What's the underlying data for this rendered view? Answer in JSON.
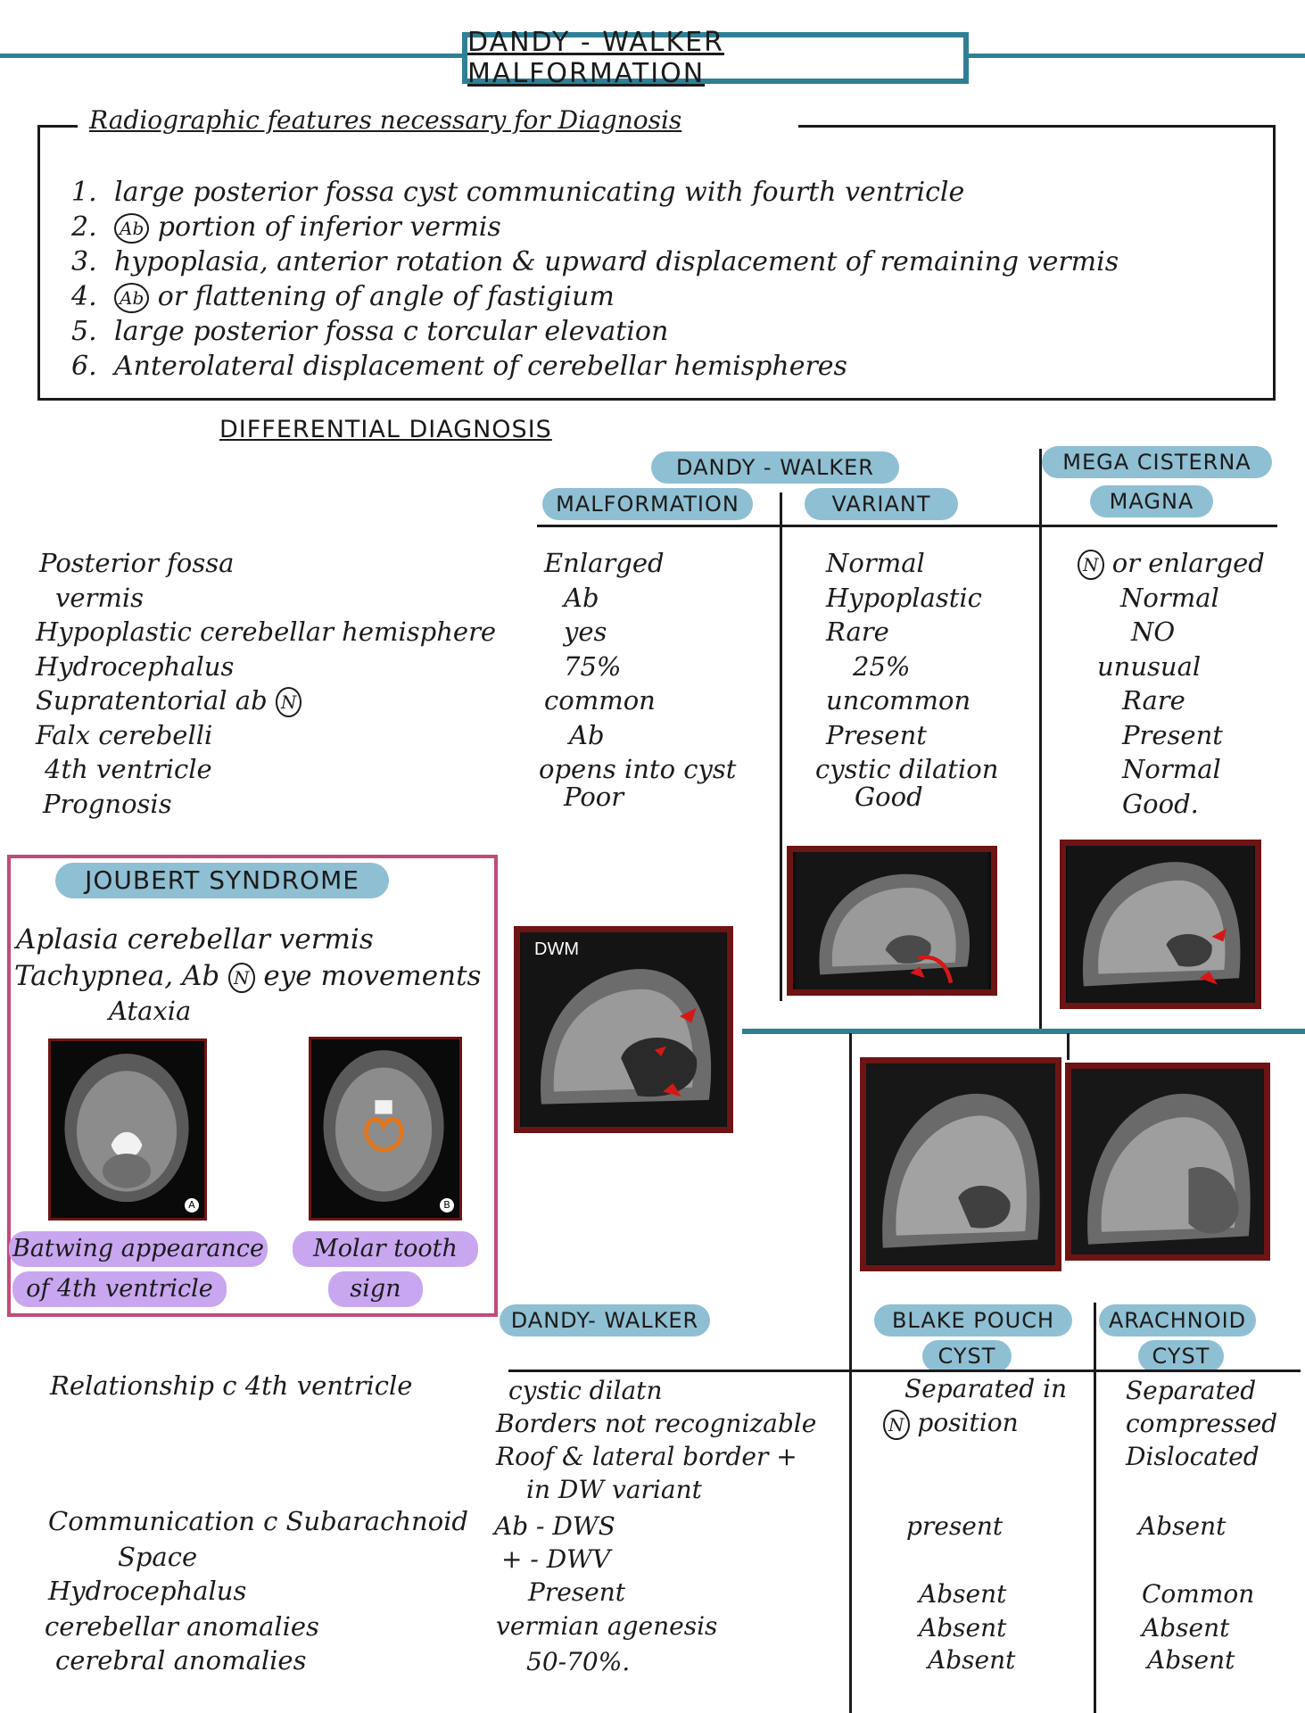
{
  "title": "DANDY - WALKER MALFORMATION",
  "criteria": {
    "heading": "Radiographic features necessary for Diagnosis",
    "items": [
      {
        "num": "1.",
        "text": "large posterior fossa cyst communicating with fourth ventricle"
      },
      {
        "num": "2.",
        "badge": "Ab",
        "text": "portion of inferior vermis"
      },
      {
        "num": "3.",
        "text": "hypoplasia, anterior rotation & upward displacement of remaining vermis"
      },
      {
        "num": "4.",
        "badge": "Ab",
        "text": "or flattening of angle of fastigium"
      },
      {
        "num": "5.",
        "text": "large posterior fossa c torcular elevation"
      },
      {
        "num": "6.",
        "text": "Anterolateral displacement of cerebellar hemispheres"
      }
    ]
  },
  "ddx": {
    "heading": "DIFFERENTIAL DIAGNOSIS",
    "group_dw": "DANDY - WALKER",
    "col_malformation": "MALFORMATION",
    "col_variant": "VARIANT",
    "mega_line1": "MEGA CISTERNA",
    "mega_line2": "MAGNA",
    "rows": [
      "Posterior fossa",
      "vermis",
      "Hypoplastic cerebellar hemisphere",
      "Hydrocephalus",
      "Supratentorial ab",
      "Falx cerebelli",
      "4th ventricle",
      "Prognosis"
    ],
    "supratentorial_badge": "N",
    "malformation": [
      "Enlarged",
      "Ab",
      "yes",
      "75%",
      "common",
      "Ab",
      "opens into cyst",
      "Poor"
    ],
    "variant": [
      "Normal",
      "Hypoplastic",
      "Rare",
      "25%",
      "uncommon",
      "Present",
      "cystic dilation",
      "Good"
    ],
    "mega_badge": "N",
    "mega": [
      "or enlarged",
      "Normal",
      "NO",
      "unusual",
      "Rare",
      "Present",
      "Normal",
      "Good."
    ]
  },
  "dwm_image_label": "DWM",
  "joubert": {
    "title": "JOUBERT SYNDROME",
    "line1": "Aplasia cerebellar vermis",
    "line2_pre": "Tachypnea, Ab",
    "line2_badge": "N",
    "line2_post": "eye movements",
    "line3": "Ataxia",
    "img_a_letter": "A",
    "img_b_letter": "B",
    "caption_a_1": "Batwing appearance",
    "caption_a_2": "of 4th ventricle",
    "caption_b_1": "Molar tooth",
    "caption_b_2": "sign"
  },
  "ddx2": {
    "col_dw": "DANDY- WALKER",
    "blake_1": "BLAKE POUCH",
    "blake_2": "CYST",
    "arach_1": "ARACHNOID",
    "arach_2": "CYST",
    "row_rel": "Relationship c 4th ventricle",
    "row_comm_1": "Communication c Subarachnoid",
    "row_comm_2": "Space",
    "row_hydro": "Hydrocephalus",
    "row_cereb": "cerebellar anomalies",
    "row_cerebral": "cerebral anomalies",
    "dw_rel": [
      "cystic dilatn",
      "Borders not recognizable",
      "Roof & lateral border +",
      "in DW variant"
    ],
    "dw_comm": [
      "Ab - DWS",
      "+ - DWV"
    ],
    "dw_hydro": "Present",
    "dw_cereb": "vermian agenesis",
    "dw_cerebral": "50-70%.",
    "blake_rel_1": "Separated in",
    "blake_rel_badge": "N",
    "blake_rel_2": "position",
    "blake_comm": "present",
    "blake_hydro": "Absent",
    "blake_cereb": "Absent",
    "blake_cerebral": "Absent",
    "arach_rel": [
      "Separated",
      "compressed",
      "Dislocated"
    ],
    "arach_comm": "Absent",
    "arach_hydro": "Common",
    "arach_cereb": "Absent",
    "arach_cerebral": "Absent"
  },
  "colors": {
    "teal": "#2f7f95",
    "pill": "#8fbfd3",
    "highlight": "#c9a6f0",
    "frame_red": "#6d1414",
    "joubert_border": "#c24a7b"
  }
}
